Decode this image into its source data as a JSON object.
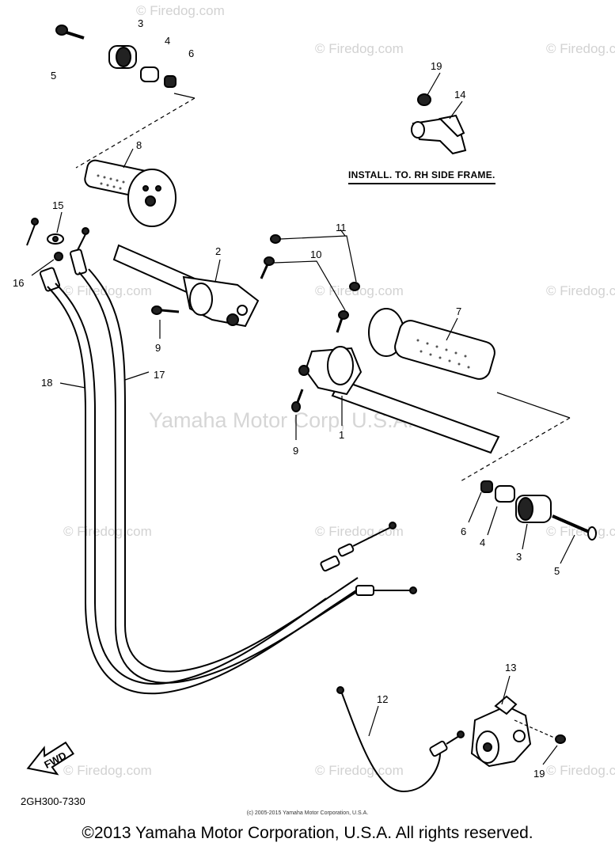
{
  "watermark": "© Firedog.com",
  "center_watermark": "Yamaha Motor Corp, U.S.A.",
  "install_note": "INSTALL. TO. RH SIDE FRAME.",
  "fwd_label": "FWD",
  "diagram_code": "2GH300-7330",
  "fine_print": "(c) 2005-2015 Yamaha Motor Corporation, U.S.A.",
  "copyright": "©2013 Yamaha Motor Corporation, U.S.A. All rights reserved.",
  "callouts": {
    "c1": "1",
    "c2": "2",
    "c3a": "3",
    "c3b": "3",
    "c4a": "4",
    "c4b": "4",
    "c5a": "5",
    "c5b": "5",
    "c6a": "6",
    "c6b": "6",
    "c7": "7",
    "c8": "8",
    "c9a": "9",
    "c9b": "9",
    "c10": "10",
    "c11": "11",
    "c12": "12",
    "c13": "13",
    "c14": "14",
    "c15": "15",
    "c16": "16",
    "c17": "17",
    "c18": "18",
    "c19a": "19",
    "c19b": "19"
  }
}
